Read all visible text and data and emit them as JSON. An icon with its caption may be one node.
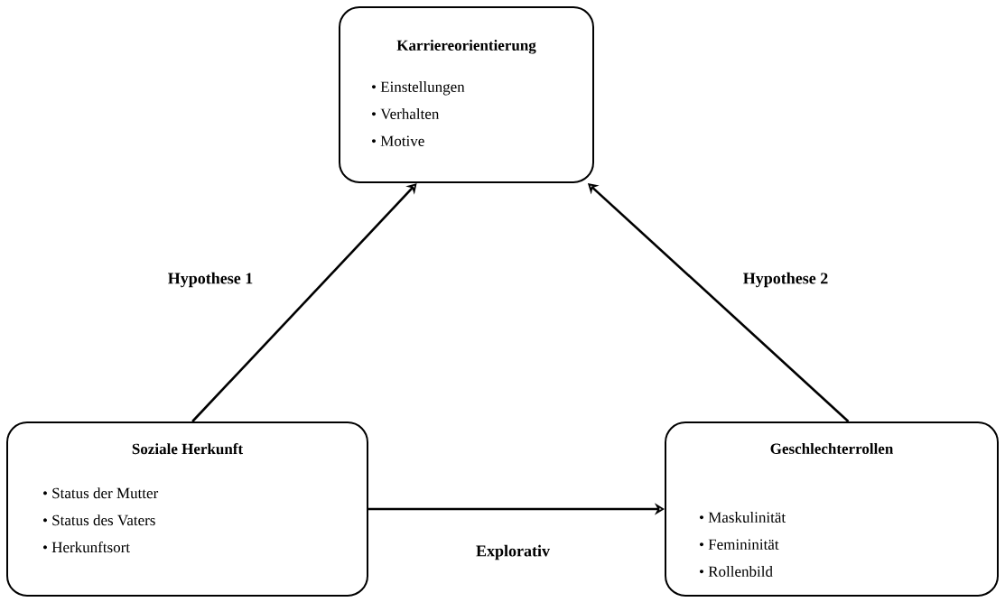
{
  "diagram": {
    "nodes": [
      {
        "text": [
          "Karriereorientierung",
          "• Einstellungen",
          "• Verhalten",
          "• Motive"
        ]
      },
      {
        "text": [
          "Soziale Herkunft",
          "• Status der Mutter",
          "• Status des Vaters",
          "• Herkunftsort"
        ]
      },
      {
        "text": [
          "Geschlechterrollen",
          "• Maskulinität",
          "• Femininität",
          "• Rollenbild"
        ]
      }
    ],
    "edges": [
      {
        "from": 1,
        "to": 0,
        "arrow": "to",
        "label": "Hypothese 1"
      },
      {
        "from": 2,
        "to": 0,
        "arrow": "to",
        "label": "Hypothese 2"
      },
      {
        "from": 1,
        "to": 2,
        "arrow": "to",
        "label": "Explorativ"
      }
    ]
  }
}
